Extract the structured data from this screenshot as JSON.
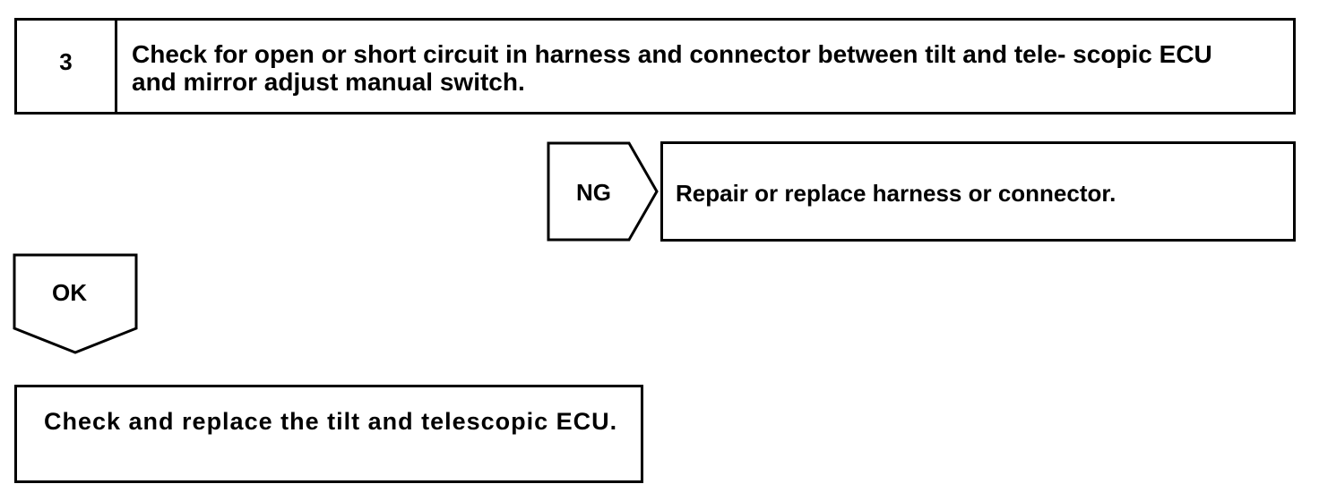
{
  "step": {
    "number": "3",
    "description": "Check for open or short circuit in harness and connector between tilt and tele- scopic ECU and mirror adjust manual switch."
  },
  "ng_branch": {
    "label": "NG",
    "action": "Repair or replace harness or connector."
  },
  "ok_branch": {
    "label": "OK"
  },
  "final_step": {
    "text": "Check and replace the tilt and telescopic ECU."
  }
}
